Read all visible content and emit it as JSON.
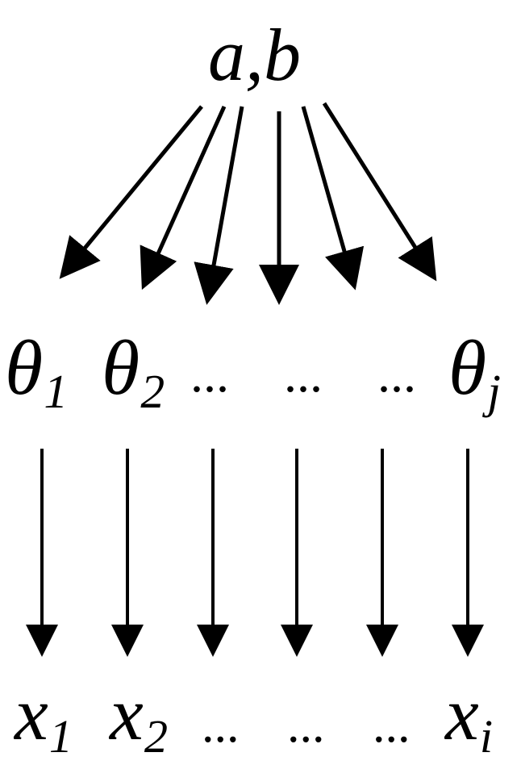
{
  "root": {
    "label": "a,b"
  },
  "middle": {
    "theta_symbol": "θ",
    "theta_1_sub": "1",
    "theta_2_sub": "2",
    "theta_j_sub": "j",
    "ellipsis": "..."
  },
  "bottom": {
    "x_symbol": "x",
    "x_1_sub": "1",
    "x_2_sub": "2",
    "x_i_sub": "i",
    "ellipsis": "..."
  }
}
